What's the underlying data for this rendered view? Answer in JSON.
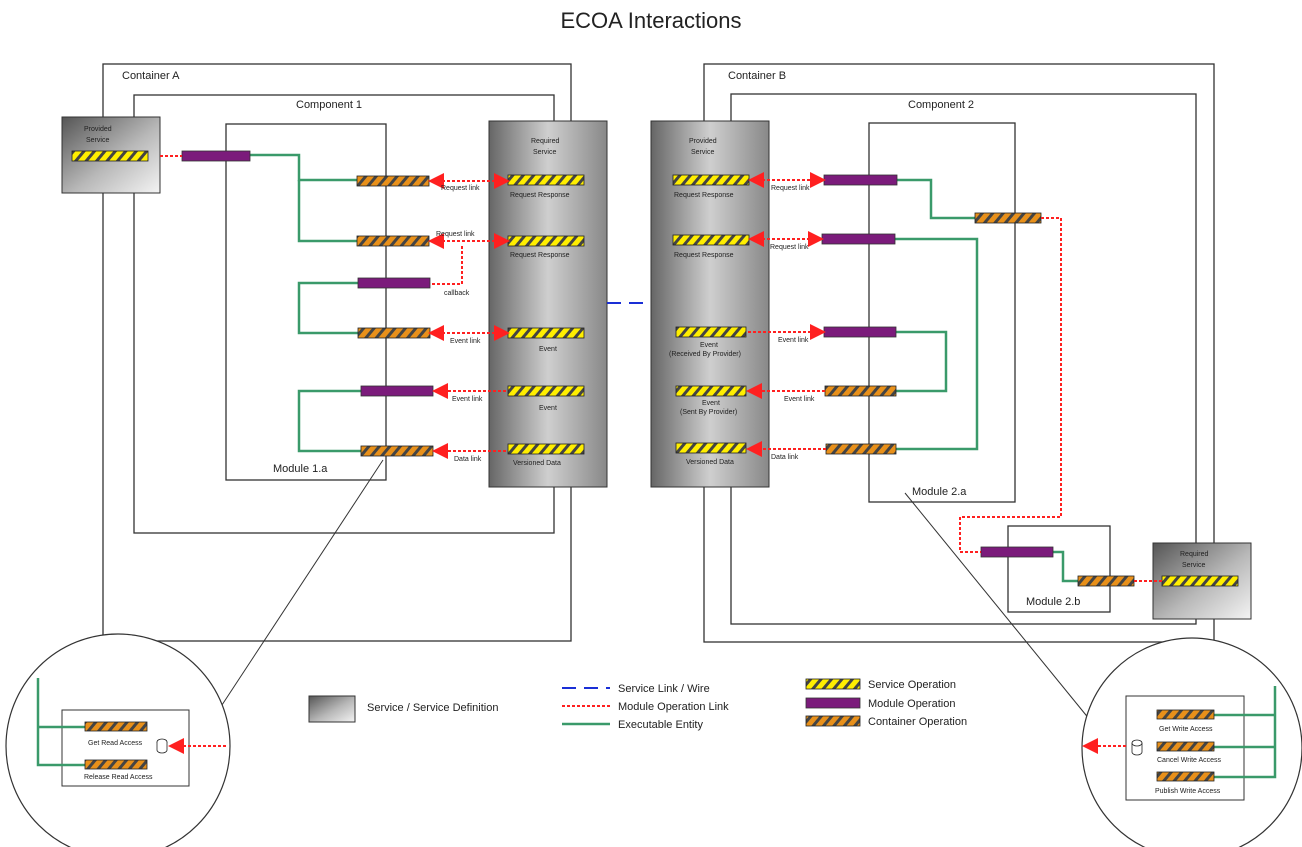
{
  "title": "ECOA Interactions",
  "container_a": "Container A",
  "container_b": "Container B",
  "component_1": "Component 1",
  "component_2": "Component 2",
  "module_1a": "Module 1.a",
  "module_2a": "Module 2.a",
  "module_2b": "Module 2.b",
  "provided_service": [
    "Provided",
    "Service"
  ],
  "required_service": [
    "Required",
    "Service"
  ],
  "left_required_ops": [
    "Request Response",
    "Request Response",
    "Event",
    "Event",
    "Versioned Data"
  ],
  "right_provided_ops": [
    "Request Response",
    "Request Response",
    "Event",
    "(Received By Provider)",
    "Event",
    "(Sent By Provider)",
    "Versioned Data"
  ],
  "links_left": [
    "Request link",
    "Request link",
    "callback",
    "Event link",
    "Event link",
    "Data link"
  ],
  "links_right": [
    "Request link",
    "Request link",
    "Event link",
    "Event link",
    "Data link"
  ],
  "zoom_left": [
    "Get Read Access",
    "Release Read Access"
  ],
  "zoom_right": [
    "Get Write Access",
    "Cancel Write Access",
    "Publish Write Access"
  ],
  "legend": {
    "service": "Service / Service Definition",
    "service_link": "Service Link / Wire",
    "module_op_link": "Module Operation Link",
    "executable": "Executable Entity",
    "service_op": "Service Operation",
    "module_op": "Module Operation",
    "container_op": "Container Operation"
  },
  "colors": {
    "green": "#3a9a6a",
    "red": "#ff2020",
    "blue": "#1a2fd6",
    "purple": "#7b1b7b",
    "orange": "#e8901a",
    "yellow": "#ffee00"
  }
}
